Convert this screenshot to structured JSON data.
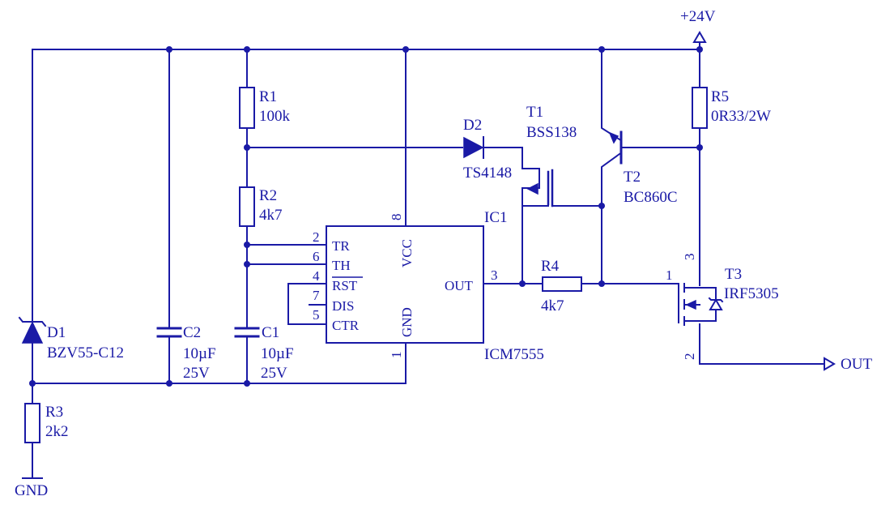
{
  "power": {
    "supply": "+24V",
    "ground": "GND",
    "output": "OUT"
  },
  "components": {
    "R1": {
      "ref": "R1",
      "value": "100k"
    },
    "R2": {
      "ref": "R2",
      "value": "4k7"
    },
    "R3": {
      "ref": "R3",
      "value": "2k2"
    },
    "R4": {
      "ref": "R4",
      "value": "4k7"
    },
    "R5": {
      "ref": "R5",
      "value": "0R33/2W"
    },
    "C1": {
      "ref": "C1",
      "value": "10µF",
      "voltage": "25V"
    },
    "C2": {
      "ref": "C2",
      "value": "10µF",
      "voltage": "25V"
    },
    "D1": {
      "ref": "D1",
      "value": "BZV55-C12"
    },
    "D2": {
      "ref": "D2",
      "value": "TS4148"
    },
    "T1": {
      "ref": "T1",
      "value": "BSS138"
    },
    "T2": {
      "ref": "T2",
      "value": "BC860C"
    },
    "T3": {
      "ref": "T3",
      "value": "IRF5305"
    },
    "IC1": {
      "ref": "IC1",
      "value": "ICM7555",
      "pins": {
        "tr": "TR",
        "th": "TH",
        "rst": "RST",
        "dis": "DIS",
        "ctr": "CTR",
        "vcc": "VCC",
        "gnd": "GND",
        "out": "OUT",
        "n_tr": "2",
        "n_th": "6",
        "n_rst": "4",
        "n_dis": "7",
        "n_ctr": "5",
        "n_vcc": "8",
        "n_gnd": "1",
        "n_out": "3"
      }
    }
  },
  "t3_pins": {
    "gate": "1",
    "source": "3",
    "drain": "2"
  }
}
